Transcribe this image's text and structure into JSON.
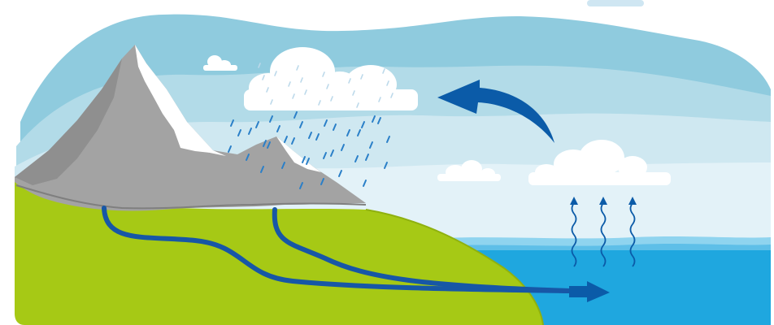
{
  "diagram": {
    "type": "water-cycle-illustration",
    "elements": [
      "sky",
      "sea",
      "land",
      "mountain",
      "snow-cap",
      "rain-cloud",
      "rain",
      "condensation-cloud",
      "evaporation-arrows",
      "cloud-movement-arrow",
      "groundwater-streams",
      "runoff-arrow"
    ],
    "colors": {
      "sky_light": "#d6ecf3",
      "sky_mid": "#b9dfea",
      "sky_top": "#8fcbde",
      "sea": "#1fa7df",
      "sea_light": "#7fd0ef",
      "grass": "#a6c915",
      "grass_edge": "#7f9c0c",
      "mountain": "#a3a3a3",
      "mountain_shadow": "#8d8d8d",
      "snow": "#ffffff",
      "arrow": "#0b5ba8",
      "stream": "#1757a6",
      "rain": "#2a7fc8"
    }
  }
}
